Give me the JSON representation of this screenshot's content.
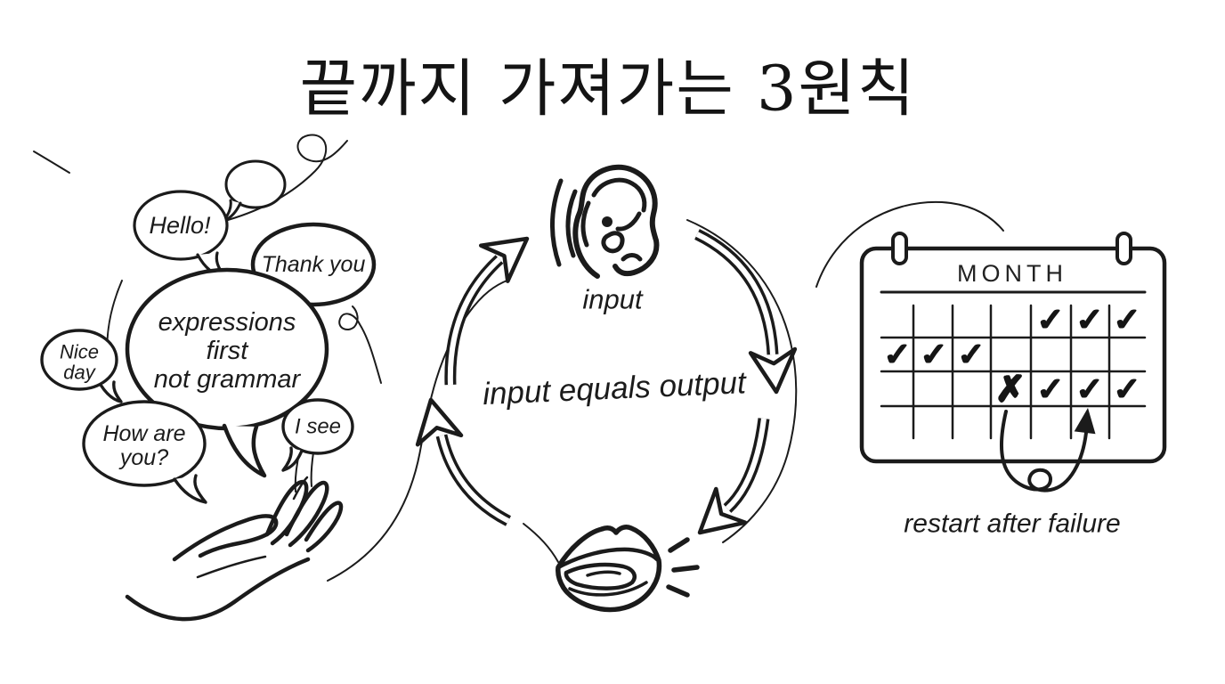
{
  "title": "끝까지 가져가는 3원칙",
  "speech_cluster": {
    "bubbles": {
      "hello": {
        "text": "Hello!"
      },
      "thank_you": {
        "text": "Thank you"
      },
      "main": {
        "lines": [
          "expressions",
          "first",
          "not grammar"
        ]
      },
      "nice_day": {
        "lines": [
          "Nice",
          "day"
        ]
      },
      "how_are_you": {
        "lines": [
          "How are",
          "you?"
        ]
      },
      "i_see": {
        "text": "I see"
      }
    }
  },
  "cycle": {
    "input_label": "input",
    "center_label": "input equals output"
  },
  "calendar": {
    "header": "MONTH",
    "caption": "restart after failure",
    "symbols": {
      "check": "✓",
      "cross": "✗"
    },
    "grid": [
      [
        "",
        "",
        "",
        "",
        "check",
        "check",
        "check"
      ],
      [
        "check",
        "check",
        "check",
        "",
        "",
        "",
        ""
      ],
      [
        "",
        "",
        "",
        "cross",
        "check",
        "check",
        "check"
      ]
    ]
  },
  "colors": {
    "ink": "#1b1b1b",
    "background": "#ffffff"
  }
}
